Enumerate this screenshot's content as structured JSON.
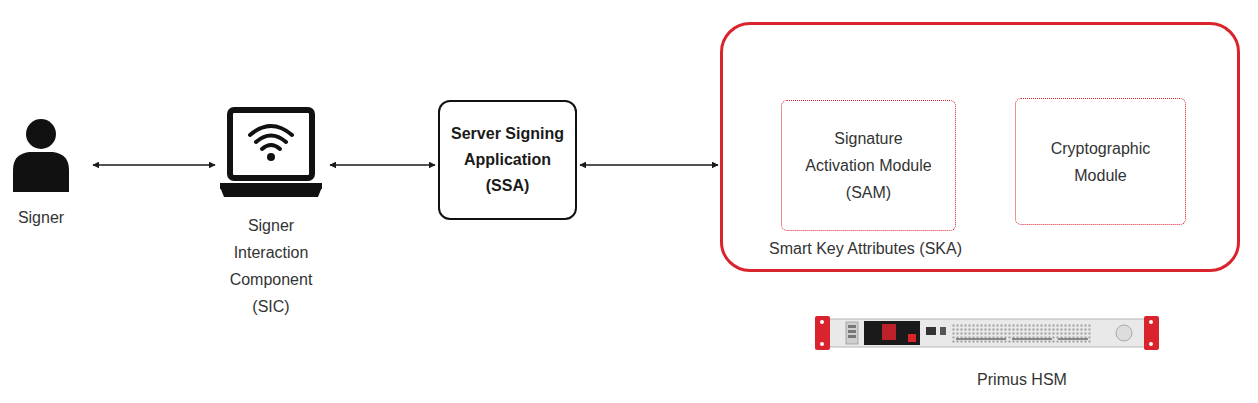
{
  "diagram": {
    "nodes": [
      {
        "text": [
          "Signer"
        ]
      },
      {
        "text": [
          "Signer Interaction Component (SIC)"
        ]
      },
      {
        "text": [
          "Server Signing Application (SSA)"
        ]
      },
      {
        "text": [
          "Smart Key Attributes (SKA)"
        ]
      },
      {
        "text": [
          "Signature Activation Module (SAM)"
        ],
        "in": 3
      },
      {
        "text": [
          "Cryptographic Module"
        ],
        "in": 3
      }
    ],
    "edges": [
      {
        "from": 0,
        "to": 1,
        "arrow": "both"
      },
      {
        "from": 1,
        "to": 2,
        "arrow": "both"
      },
      {
        "from": 2,
        "to": 3,
        "arrow": "both"
      }
    ],
    "labels": [
      "Primus HSM"
    ]
  }
}
